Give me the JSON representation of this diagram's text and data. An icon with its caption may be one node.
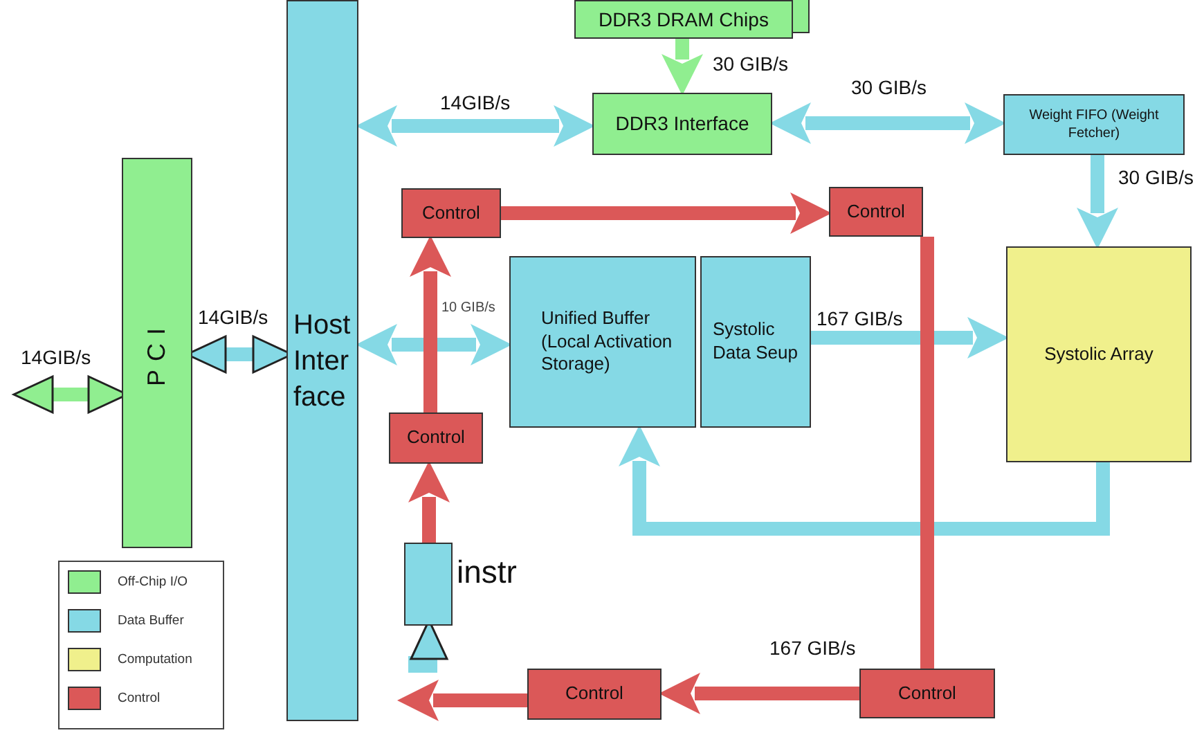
{
  "diagram": {
    "nodes": [
      {
        "text": [
          "DDR3 DRAM Chips"
        ]
      },
      {
        "text": [
          "DDR3 Interface"
        ]
      },
      {
        "text": [
          "Weight FIFO (Weight Fetcher)"
        ]
      },
      {
        "text": [
          "PCI"
        ]
      },
      {
        "text": [
          "Host Inter face"
        ]
      },
      {
        "text": [
          "Control"
        ]
      },
      {
        "text": [
          "Control"
        ]
      },
      {
        "text": [
          "Unified Buffer (Local Activation Storage)"
        ]
      },
      {
        "text": [
          "Systolic Data Seup"
        ]
      },
      {
        "text": [
          "Systolic Array"
        ]
      },
      {
        "text": [
          "Control"
        ]
      },
      {
        "text": [],
        "shape": "box",
        "beside": [
          "instr"
        ]
      },
      {
        "text": [
          "Control"
        ]
      },
      {
        "text": [
          "Control"
        ]
      }
    ],
    "edges": [
      {
        "from": null,
        "to": 3,
        "arrow": "both",
        "label": "14GIB/s",
        "color": "#90ee90"
      },
      {
        "from": 3,
        "to": 4,
        "arrow": "both",
        "label": "14GIB/s"
      },
      {
        "from": 4,
        "to": 1,
        "arrow": "both",
        "label": "14GIB/s"
      },
      {
        "from": 0,
        "to": 1,
        "arrow": "to",
        "label": "30 GIB/s",
        "color": "#90ee90"
      },
      {
        "from": 1,
        "to": 2,
        "arrow": "both",
        "label": "30 GIB/s"
      },
      {
        "from": 2,
        "to": 9,
        "arrow": "to",
        "label": "30 GIB/s"
      },
      {
        "from": 4,
        "to": 7,
        "arrow": "both",
        "label": "10 GIB/s"
      },
      {
        "from": 8,
        "to": 9,
        "arrow": "to",
        "label": "167 GIB/s"
      },
      {
        "from": 9,
        "to": 7,
        "arrow": "to"
      },
      {
        "from": 5,
        "to": 6,
        "arrow": "to",
        "color": "#db5858"
      },
      {
        "from": 10,
        "to": 5,
        "arrow": "to",
        "color": "#db5858"
      },
      {
        "from": 11,
        "to": 10,
        "arrow": "to",
        "color": "#db5858"
      },
      {
        "from": 6,
        "to": 13,
        "arrow": "none",
        "color": "#db5858"
      },
      {
        "from": 13,
        "to": 12,
        "arrow": "to",
        "label": "167 GIB/s",
        "color": "#db5858"
      },
      {
        "from": 12,
        "to": null,
        "arrow": "to",
        "color": "#db5858"
      },
      {
        "from": null,
        "to": 11,
        "arrow": "to"
      }
    ],
    "legend": [
      {
        "text": "Off-Chip I/O",
        "color": "#90ee90"
      },
      {
        "text": "Data Buffer",
        "color": "#85d9e5"
      },
      {
        "text": "Computation",
        "color": "#f0f08c"
      },
      {
        "text": "Control",
        "color": "#db5858"
      }
    ]
  }
}
